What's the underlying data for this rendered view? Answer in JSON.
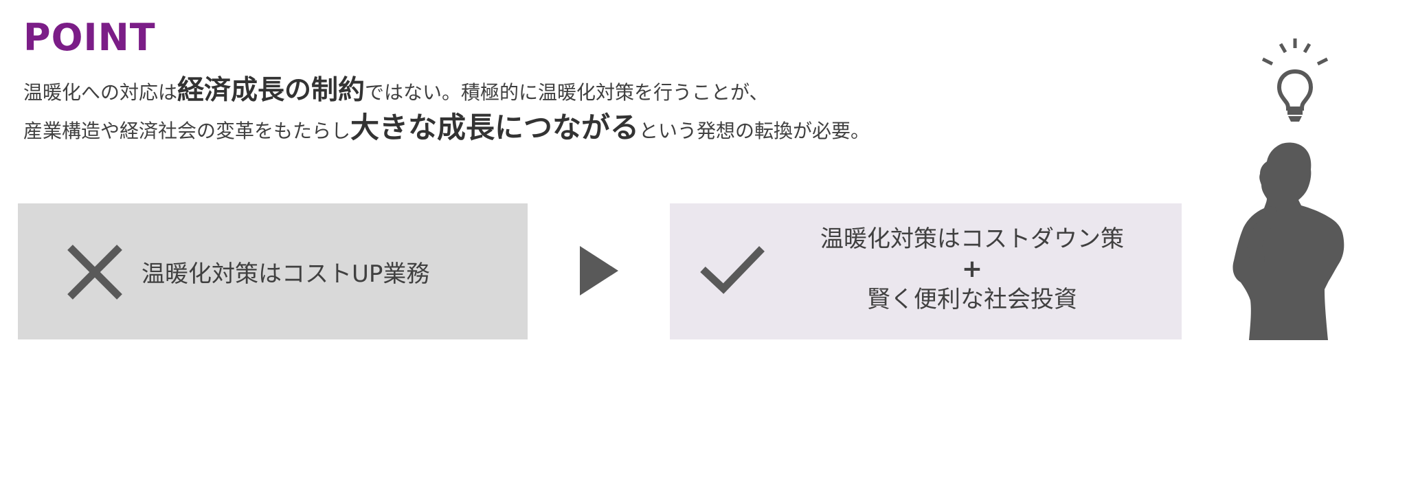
{
  "header": {
    "title": "POINT"
  },
  "lead": {
    "line1": {
      "pre": "温暖化への対応は",
      "emph": "経済成長の制約",
      "post": "ではない。積極的に温暖化対策を行うことが、"
    },
    "line2": {
      "pre": "産業構造や経済社会の変革をもたらし",
      "emph": "大きな成長につながる",
      "post": "という発想の転換が必要。"
    }
  },
  "comparison": {
    "before": {
      "icon": "x-icon",
      "text": "温暖化対策はコストUP業務"
    },
    "arrow_icon": "play-arrow-icon",
    "after": {
      "icon": "check-icon",
      "line1": "温暖化対策はコストダウン策",
      "plus": "+",
      "line2": "賢く便利な社会投資"
    }
  },
  "illustration": {
    "icons": [
      "lightbulb-icon",
      "thinking-person-icon"
    ]
  },
  "colors": {
    "title": "#7b1d87",
    "text": "#404040",
    "before_box": "#d9d9d9",
    "after_box": "#ebe7ee",
    "icon": "#595959"
  }
}
